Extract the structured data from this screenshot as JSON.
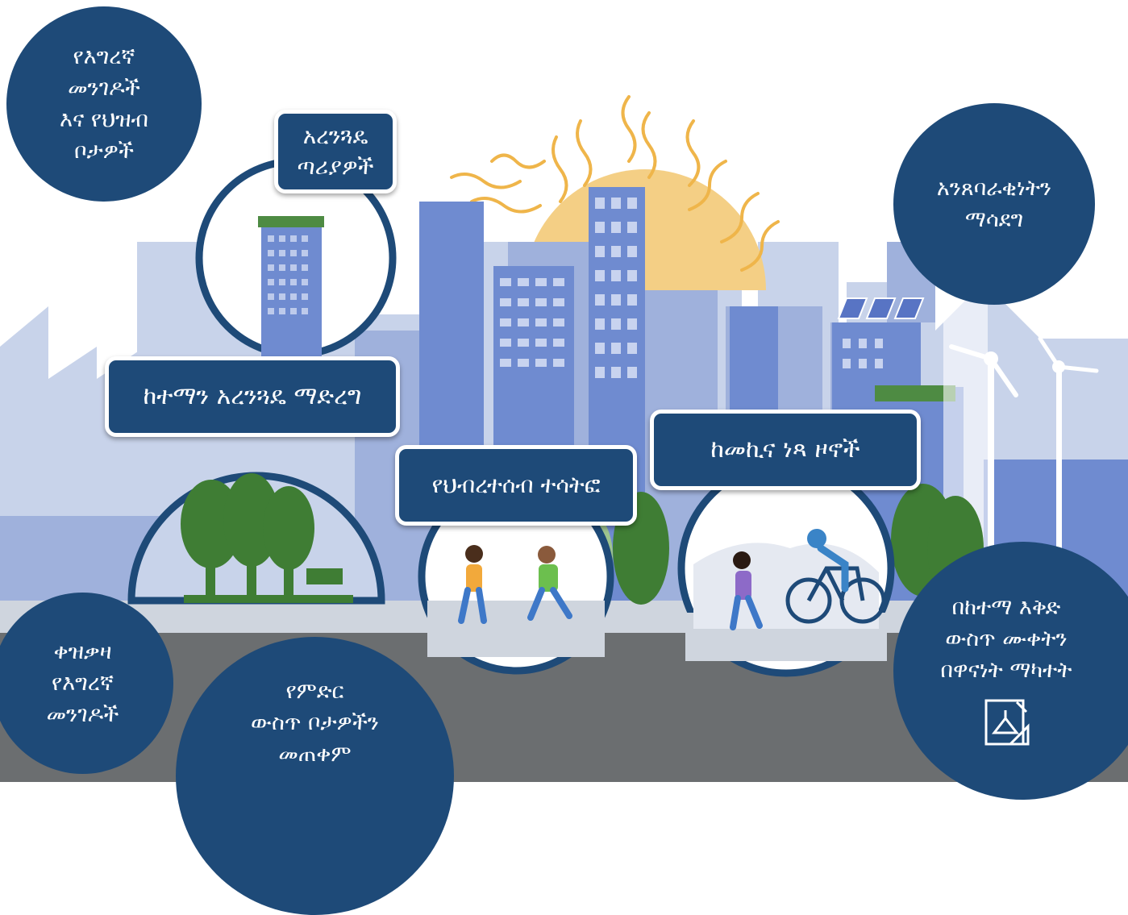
{
  "title": "",
  "colors": {
    "navy": "#1e4a78",
    "sky_buildings": "#c8d3ea",
    "mid_buildings": "#9fb1dc",
    "front_buildings": "#6f8bd0",
    "sun": "#f4cf85",
    "heat_waves": "#efb54a",
    "trees": "#3f7d34",
    "road": "#6b6e70",
    "sidewalk": "#cfd5de"
  },
  "labels": {
    "pedestrian_paths": [
      "የእግረኛ",
      "መንገዶች",
      "እና የህዝብ",
      "ቦታዎች"
    ],
    "green_roofs": [
      "አረንጓዴ",
      "ጣሪያዎች"
    ],
    "greening_city": "ከተማን አረንጓዴ ማድረግ",
    "community_participation": "የህብረተሰብ ተሳትፎ",
    "car_free_zones": "ከመኪና ነጻ ዞኖች",
    "promote_efficiency": [
      "አንጸባራቂነትን",
      "ማሳደግ"
    ],
    "cool_walkways": [
      "ቀዝቃዛ",
      "የእግረኛ",
      "መንገዶች"
    ],
    "underground_spaces": [
      "የምድር",
      "ውስጥ ቦታዎችን",
      "መጠቀም"
    ],
    "urban_planning": [
      "በከተማ እቅድ",
      "ውስጥ ሙቀትን",
      "በዋናነት ማካተት"
    ]
  },
  "icons": {
    "planning": "blueprint-icon",
    "sun": "sun-icon",
    "wind": "wind-turbine-icon",
    "solar": "solar-panel-icon",
    "arrow": "trend-arrow-icon"
  }
}
